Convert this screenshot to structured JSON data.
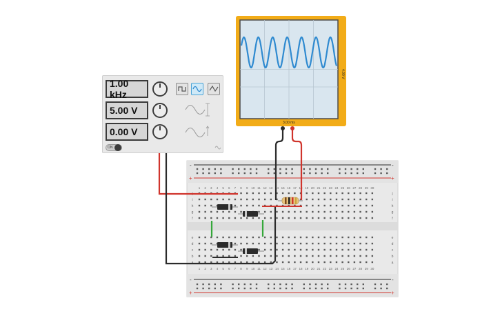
{
  "function_generator": {
    "frequency_display": "1.00 kHz",
    "amplitude_display": "5.00 V",
    "offset_display": "0.00 V",
    "waveforms": [
      {
        "icon": "square-wave-icon",
        "active": false
      },
      {
        "icon": "sine-wave-icon",
        "active": true
      },
      {
        "icon": "triangle-wave-icon",
        "active": false
      }
    ],
    "power_switch_label": "ON"
  },
  "oscilloscope": {
    "volts_per_div_label": "4.00 V",
    "time_per_div_label": "3.00 ms",
    "screen_color": "#d9e6ef",
    "trace_color": "#2f8ad0",
    "case_color": "#f2ac18"
  },
  "breadboard": {
    "column_numbers": [
      "1",
      "2",
      "3",
      "4",
      "5",
      "6",
      "7",
      "8",
      "9",
      "10",
      "11",
      "12",
      "13",
      "14",
      "15",
      "16",
      "17",
      "18",
      "19",
      "20",
      "21",
      "22",
      "23",
      "24",
      "25",
      "26",
      "27",
      "28",
      "29",
      "30"
    ],
    "row_letters_top": [
      "j",
      "i",
      "h",
      "g",
      "f"
    ],
    "row_letters_bottom": [
      "e",
      "d",
      "c",
      "b",
      "a"
    ],
    "rail_plus": "+",
    "rail_minus": "-"
  },
  "colors": {
    "wire_red": "#d0342c",
    "wire_black": "#2b2b2b",
    "wire_green": "#35a83a",
    "rail_red": "#d0342c"
  }
}
